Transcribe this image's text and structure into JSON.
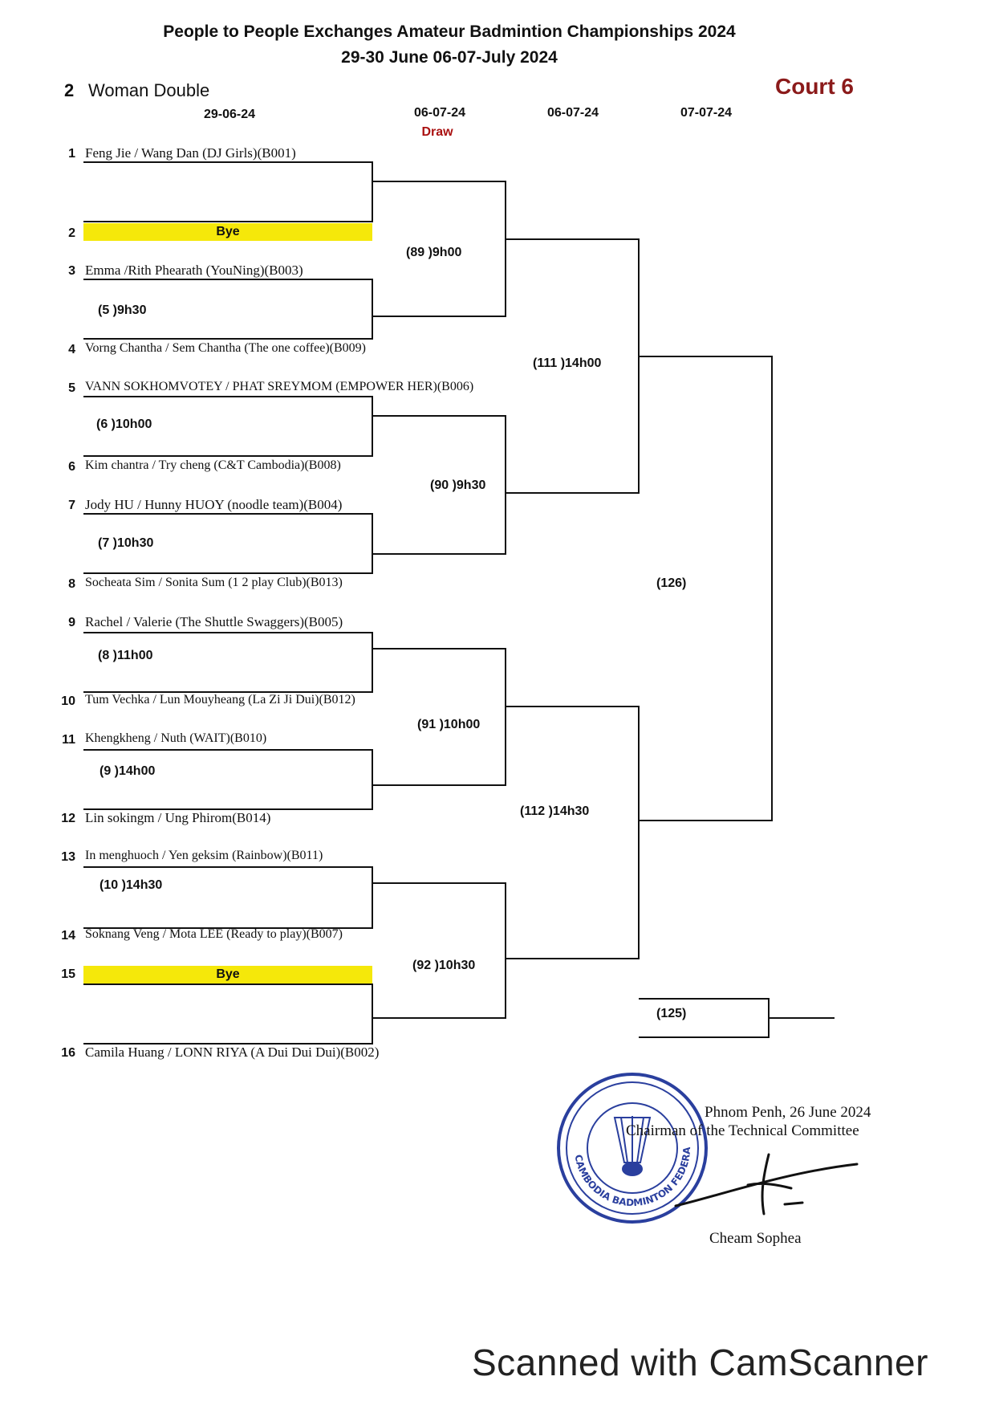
{
  "header": {
    "title": "People to People Exchanges Amateur Badmintion Championships 2024",
    "subtitle": "29-30 June 06-07-July 2024",
    "event_number": "2",
    "event_name": "Woman Double",
    "court": "Court 6"
  },
  "rounds": [
    {
      "date": "29-06-24",
      "note": ""
    },
    {
      "date": "06-07-24",
      "note": "Draw"
    },
    {
      "date": "06-07-24",
      "note": ""
    },
    {
      "date": "07-07-24",
      "note": ""
    }
  ],
  "entries": [
    {
      "seed": "1",
      "name": "Feng Jie / Wang Dan (DJ Girls)(B001)",
      "bye": false
    },
    {
      "seed": "2",
      "name": "Bye",
      "bye": true
    },
    {
      "seed": "3",
      "name": "Emma /Rith Phearath (YouNing)(B003)",
      "bye": false
    },
    {
      "seed": "4",
      "name": "Vorng Chantha /  Sem Chantha (The one coffee)(B009)",
      "bye": false
    },
    {
      "seed": "5",
      "name": "VANN SOKHOMVOTEY  / PHAT SREYMOM (EMPOWER HER)(B006)",
      "bye": false
    },
    {
      "seed": "6",
      "name": "Kim chantra / Try cheng (C&T Cambodia)(B008)",
      "bye": false
    },
    {
      "seed": "7",
      "name": "Jody HU / Hunny HUOY (noodle team)(B004)",
      "bye": false
    },
    {
      "seed": "8",
      "name": "Socheata Sim / Sonita Sum  (1 2 play Club)(B013)",
      "bye": false
    },
    {
      "seed": "9",
      "name": "Rachel / Valerie (The Shuttle Swaggers)(B005)",
      "bye": false
    },
    {
      "seed": "10",
      "name": "Tum Vechka / Lun Mouyheang (La Zi Ji Dui)(B012)",
      "bye": false
    },
    {
      "seed": "11",
      "name": "Khengkheng  / Nuth (WAIT)(B010)",
      "bye": false
    },
    {
      "seed": "12",
      "name": "Lin sokingm / Ung Phirom(B014)",
      "bye": false
    },
    {
      "seed": "13",
      "name": "In menghuoch / Yen geksim (Rainbow)(B011)",
      "bye": false
    },
    {
      "seed": "14",
      "name": "Soknang Veng  / Mota LEE (Ready to play)(B007)",
      "bye": false
    },
    {
      "seed": "15",
      "name": "Bye",
      "bye": true
    },
    {
      "seed": "16",
      "name": "Camila Huang / LONN RIYA (A Dui Dui Dui)(B002)",
      "bye": false
    }
  ],
  "matches": {
    "round1": [
      "(5 )9h30",
      "(6 )10h00",
      "(7 )10h30",
      "(8 )11h00",
      "(9 )14h00",
      "(10 )14h30"
    ],
    "round2": [
      "(89 )9h00",
      "(90 )9h30",
      "(91 )10h00",
      "(92 )10h30"
    ],
    "round3": [
      "(111 )14h00",
      "(112 )14h30"
    ],
    "final": "(126)",
    "third_place": "(125)"
  },
  "footer": {
    "place_date": "Phnom Penh, 26 June 2024",
    "role": "Chairman of the Technical Committee",
    "signer": "Cheam Sophea",
    "seal_text": "CAMBODIA BADMINTON FEDERATION"
  },
  "scanner_watermark": "Scanned with CamScanner",
  "colors": {
    "bye_highlight": "#f5e80a",
    "court_label": "#8b1a1a",
    "draw_label": "#aa1111",
    "seal": "#2a3f9e"
  }
}
